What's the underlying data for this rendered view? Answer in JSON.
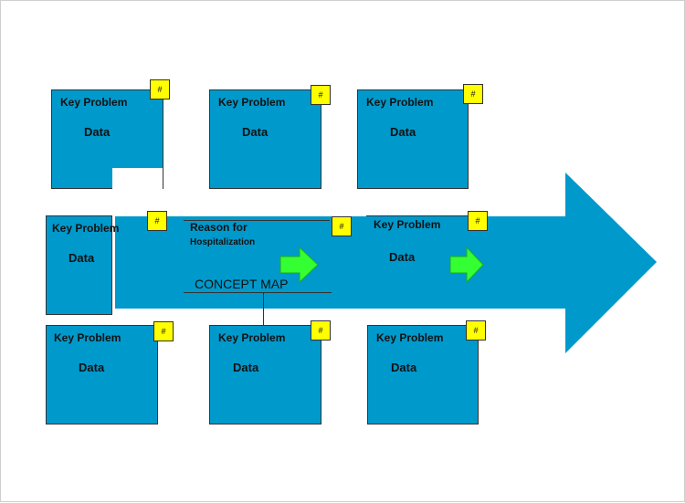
{
  "diagram": {
    "boxes": [
      {
        "id": "top-left",
        "title": "Key Problem",
        "body": "Data",
        "badge": "#"
      },
      {
        "id": "top-middle",
        "title": "Key Problem",
        "body": "Data",
        "badge": "#"
      },
      {
        "id": "top-right",
        "title": "Key Problem",
        "body": "Data",
        "badge": "#"
      },
      {
        "id": "middle-left",
        "title": "Key Problem",
        "body": "Data",
        "badge": "#"
      },
      {
        "id": "middle-right",
        "title": "Key Problem",
        "body": "Data",
        "badge": "#"
      },
      {
        "id": "bottom-left",
        "title": "Key Problem",
        "body": "Data",
        "badge": "#"
      },
      {
        "id": "bottom-middle",
        "title": "Key Problem",
        "body": "Data",
        "badge": "#"
      },
      {
        "id": "bottom-right",
        "title": "Key Problem",
        "body": "Data",
        "badge": "#"
      }
    ],
    "reason": {
      "line1": "Reason for",
      "line2": "Hospitalization",
      "badge": "#"
    },
    "center_label": "CONCEPT MAP",
    "colors": {
      "box_fill": "#0099cc",
      "arrow_fill": "#0099cc",
      "badge_fill": "#ffff00",
      "green_arrow": "#33ff33"
    }
  }
}
